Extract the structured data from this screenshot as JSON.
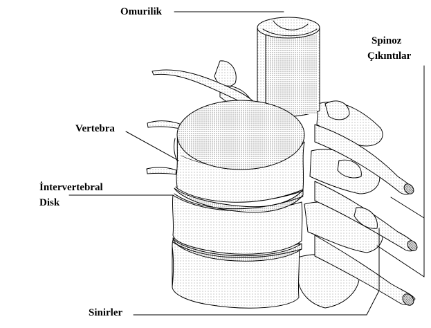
{
  "labels": {
    "spinal_cord": "Omurilik",
    "spinous_line1": "Spinoz",
    "spinous_line2": "Çıkıntılar",
    "vertebra": "Vertebra",
    "disc_line1": "İntervertebral",
    "disc_line2": "Disk",
    "nerves": "Sinirler"
  },
  "colors": {
    "ink": "#000000",
    "paper": "#ffffff",
    "stipple": "#9a9a9a"
  }
}
